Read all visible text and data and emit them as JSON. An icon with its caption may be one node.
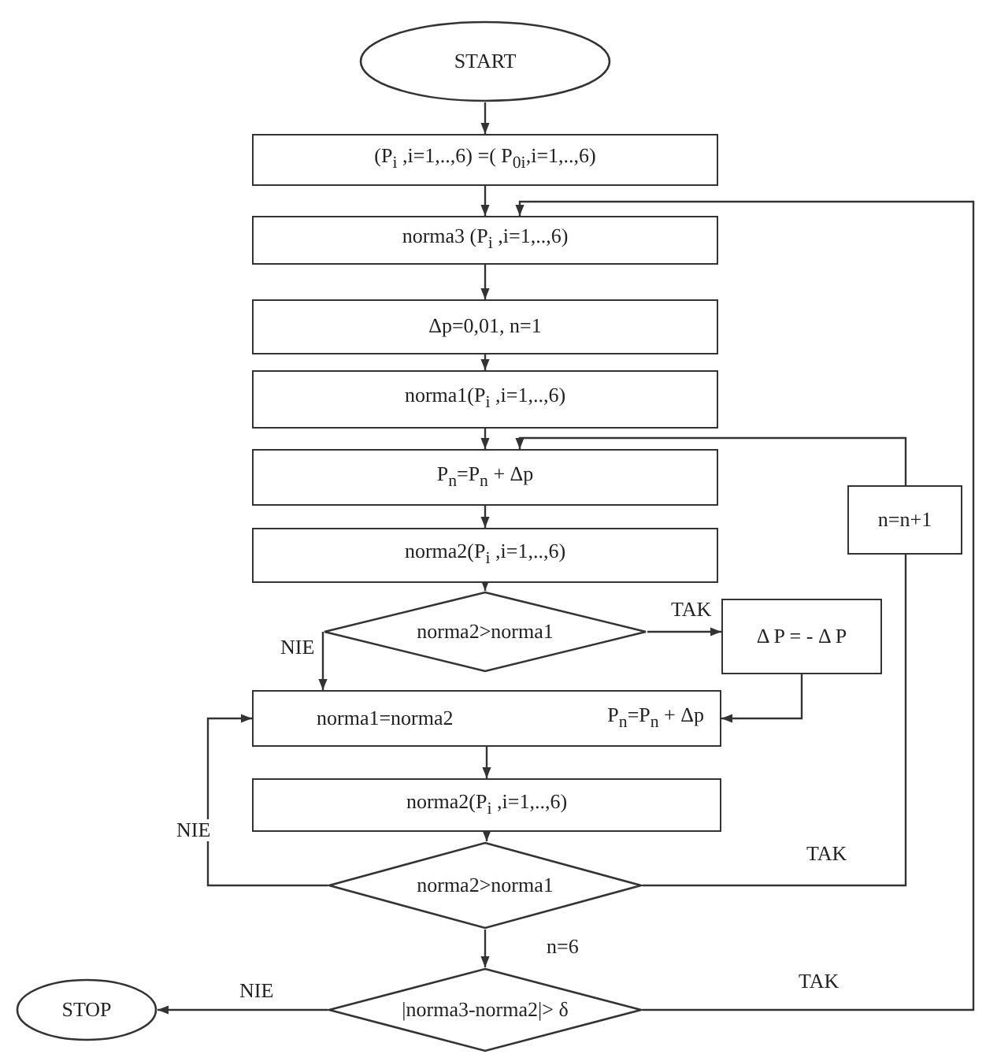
{
  "diagram": {
    "nodes": [
      {
        "text": [
          "START"
        ]
      },
      {
        "text": [
          "(P$_{i}$ ,i=1,..,6) =( P$_{0i}$,i=1,..,6)"
        ]
      },
      {
        "text": [
          "norma3 (P$_{i}$ ,i=1,..,6)"
        ]
      },
      {
        "text": [
          "Δp=0,01, n=1"
        ]
      },
      {
        "text": [
          "norma1(P$_{i}$ ,i=1,..,6)"
        ]
      },
      {
        "text": [
          "P$_{n}$=P$_{n}$ + Δp"
        ]
      },
      {
        "text": [
          "norma2(P$_{i}$ ,i=1,..,6)"
        ]
      },
      {
        "text": [
          "norma2>norma1"
        ]
      },
      {
        "text": [
          "Δ P = - Δ P"
        ]
      },
      {
        "text": [
          "n=n+1"
        ]
      },
      {
        "text": [
          "norma1=norma2",
          "P$_{n}$=P$_{n}$ + Δp"
        ]
      },
      {
        "text": [
          "norma2(P$_{i}$ ,i=1,..,6)"
        ]
      },
      {
        "text": [
          "norma2>norma1"
        ]
      },
      {
        "text": [
          "|norma3-norma2|> δ"
        ]
      },
      {
        "text": [
          "STOP"
        ]
      }
    ],
    "edges": [
      {
        "from": 0,
        "to": 1,
        "arrow": "to"
      },
      {
        "from": 1,
        "to": 2,
        "arrow": "to"
      },
      {
        "from": 2,
        "to": 3,
        "arrow": "to"
      },
      {
        "from": 3,
        "to": 4,
        "arrow": "to"
      },
      {
        "from": 4,
        "to": 5,
        "arrow": "to"
      },
      {
        "from": 5,
        "to": 6,
        "arrow": "to"
      },
      {
        "from": 6,
        "to": 7,
        "arrow": "to"
      },
      {
        "from": 7,
        "to": 8,
        "label": "TAK",
        "arrow": "to"
      },
      {
        "from": 7,
        "to": 10,
        "label": "NIE",
        "arrow": "to"
      },
      {
        "from": 8,
        "to": 10,
        "arrow": "to"
      },
      {
        "from": 10,
        "to": 11,
        "arrow": "to"
      },
      {
        "from": 11,
        "to": 12,
        "arrow": "to"
      },
      {
        "from": 12,
        "to": 10,
        "label": "NIE",
        "arrow": "to"
      },
      {
        "from": 12,
        "to": 9,
        "label": "TAK",
        "arrow": "none"
      },
      {
        "from": 9,
        "to": 5,
        "arrow": "to"
      },
      {
        "from": 12,
        "to": 13,
        "label": "n=6",
        "arrow": "to"
      },
      {
        "from": 13,
        "to": 14,
        "label": "NIE",
        "arrow": "to"
      },
      {
        "from": 13,
        "to": 2,
        "label": "TAK",
        "arrow": "to"
      }
    ]
  }
}
